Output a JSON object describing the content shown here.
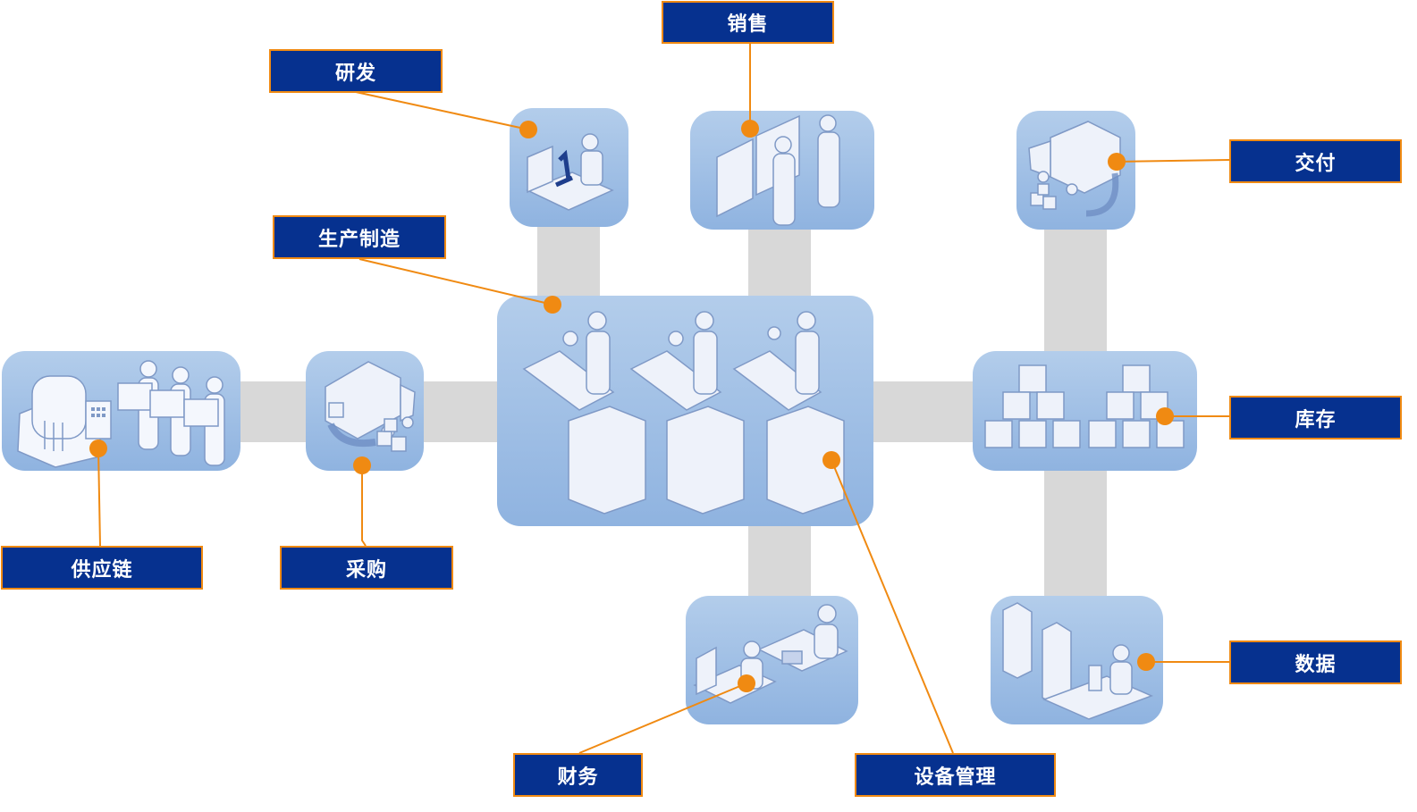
{
  "title": "生产制造业务架构",
  "colors": {
    "tile": "#9fbfe6",
    "label_bg": "#06318f",
    "label_border": "#f08a12",
    "connector": "#d8d8d8",
    "leader": "#f08a12"
  },
  "nodes": {
    "supply_chain": {
      "label": "供应链",
      "icon": "factory-workers-icon"
    },
    "procurement": {
      "label": "采购",
      "icon": "truck-unload-icon"
    },
    "rnd": {
      "label": "研发",
      "icon": "microscope-lab-icon"
    },
    "sales": {
      "label": "销售",
      "icon": "handshake-presentation-icon"
    },
    "manufacturing": {
      "label": "生产制造",
      "icon": "assembly-line-icon"
    },
    "delivery": {
      "label": "交付",
      "icon": "truck-load-icon"
    },
    "inventory": {
      "label": "库存",
      "icon": "box-stack-icon"
    },
    "data": {
      "label": "数据",
      "icon": "server-operator-icon"
    },
    "finance": {
      "label": "财务",
      "icon": "accounting-desk-icon"
    },
    "equipment": {
      "label": "设备管理",
      "icon": "machine-building-icon"
    }
  }
}
